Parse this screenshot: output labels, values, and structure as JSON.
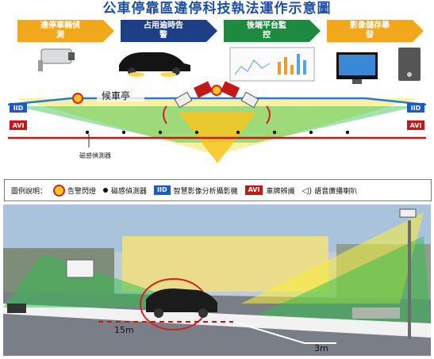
{
  "title": "公車停靠區違停科技執法運作示意圖",
  "flow_steps": [
    {
      "label": "違停車輛偵測",
      "color": "#f2a81d"
    },
    {
      "label": "占用逾時告警",
      "color": "#1d3f86"
    },
    {
      "label": "後端平台監控",
      "color": "#1d8a3f"
    },
    {
      "label": "影像儲存舉發",
      "color": "#f2a81d"
    }
  ],
  "diagram": {
    "shelter_label": "候車亭",
    "sensor_label": "磁感偵測器",
    "camera_tag_iid": "IID",
    "camera_tag_avi": "AVI"
  },
  "legend": {
    "title": "圖例說明：",
    "items": [
      {
        "label": "告警閃燈"
      },
      {
        "label": "磁感偵測器"
      },
      {
        "tag": "IID",
        "label": "智慧影像分析攝影機"
      },
      {
        "tag": "AVI",
        "label": "車牌辨識"
      },
      {
        "label": "語音廣播喇叭"
      }
    ]
  },
  "photo": {
    "length_label": "15m",
    "width_label": "3m"
  },
  "colors": {
    "title_blue": "#1e4fa6",
    "iid_blue": "#1c5bbd",
    "avi_red": "#c21818",
    "warning_yellow": "#f7c520",
    "cone_green": "#2fbf4a"
  }
}
